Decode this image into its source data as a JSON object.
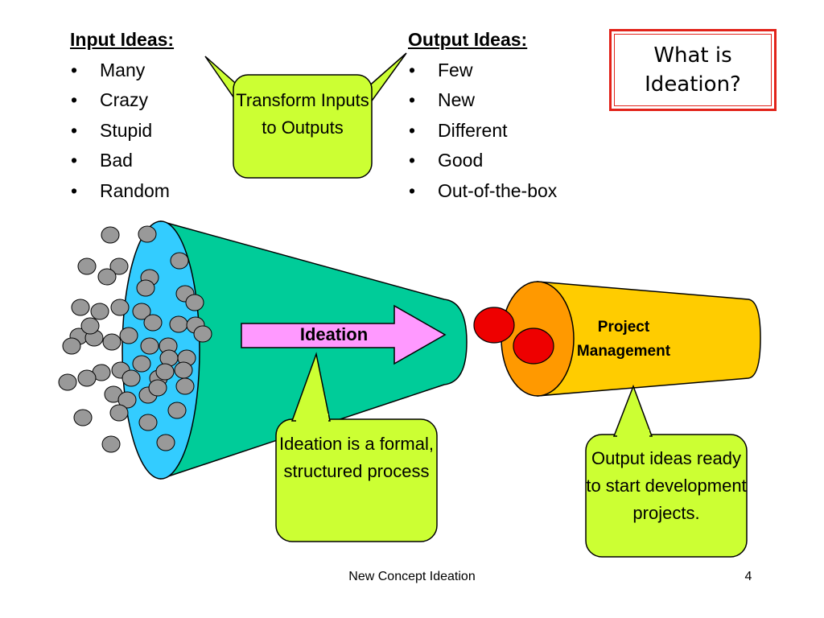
{
  "title": "What is Ideation?",
  "input_ideas": {
    "heading": "Input Ideas:",
    "items": [
      "Many",
      "Crazy",
      "Stupid",
      "Bad",
      "Random"
    ]
  },
  "output_ideas": {
    "heading": "Output Ideas:",
    "items": [
      "Few",
      "New",
      "Different",
      "Good",
      "Out-of-the-box"
    ]
  },
  "callouts": {
    "transform": "Transform Inputs to Outputs",
    "process": "Ideation is a formal, structured process",
    "output": "Output ideas ready to start development projects."
  },
  "arrow_label": "Ideation",
  "project_label": "Project Management",
  "footer": "New Concept Ideation",
  "page_number": "4",
  "colors": {
    "callout_fill": "#ccff33",
    "funnel_body": "#00cc99",
    "funnel_mouth": "#33ccff",
    "arrow_fill": "#ff99ff",
    "tube_body": "#ffcc00",
    "tube_end": "#ff9900",
    "red_dots": "#ee0000",
    "idea_dots": "#999999",
    "title_border": "#e2231a"
  }
}
